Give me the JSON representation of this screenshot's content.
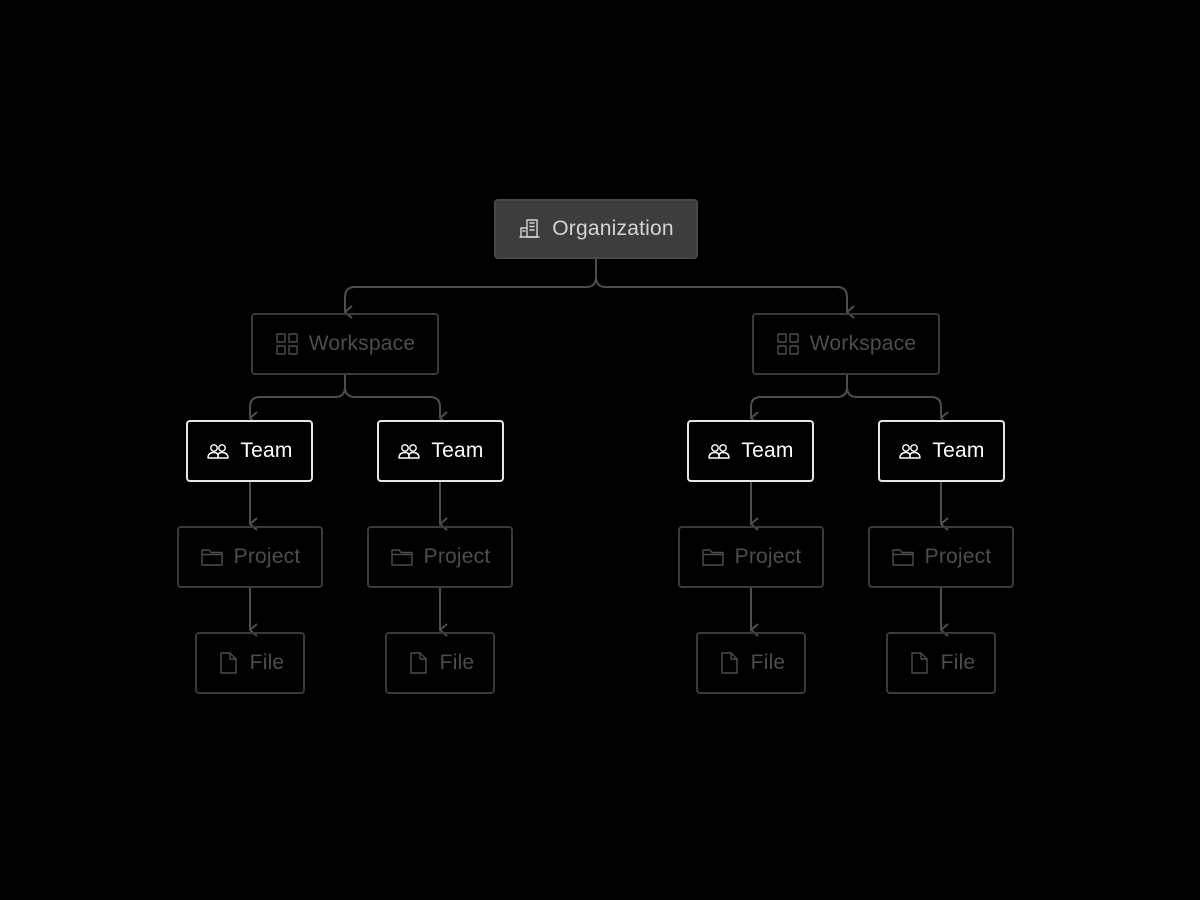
{
  "diagram": {
    "organization": {
      "label": "Organization",
      "icon": "building-icon"
    },
    "workspaces": [
      {
        "label": "Workspace",
        "icon": "grid-icon",
        "teams": [
          {
            "label": "Team",
            "icon": "people-icon",
            "project": {
              "label": "Project",
              "icon": "folder-icon"
            },
            "file": {
              "label": "File",
              "icon": "file-icon"
            }
          },
          {
            "label": "Team",
            "icon": "people-icon",
            "project": {
              "label": "Project",
              "icon": "folder-icon"
            },
            "file": {
              "label": "File",
              "icon": "file-icon"
            }
          }
        ]
      },
      {
        "label": "Workspace",
        "icon": "grid-icon",
        "teams": [
          {
            "label": "Team",
            "icon": "people-icon",
            "project": {
              "label": "Project",
              "icon": "folder-icon"
            },
            "file": {
              "label": "File",
              "icon": "file-icon"
            }
          },
          {
            "label": "Team",
            "icon": "people-icon",
            "project": {
              "label": "Project",
              "icon": "folder-icon"
            },
            "file": {
              "label": "File",
              "icon": "file-icon"
            }
          }
        ]
      }
    ]
  },
  "colors": {
    "background": "#000000",
    "organization_fill": "#3d3d3d",
    "organization_text": "#d4d4d4",
    "dim_border": "#3a3a3a",
    "dim_text": "#4d4d4d",
    "highlight_border": "#e6e6e6",
    "highlight_text": "#ffffff",
    "connector": "#4d4d4d"
  }
}
